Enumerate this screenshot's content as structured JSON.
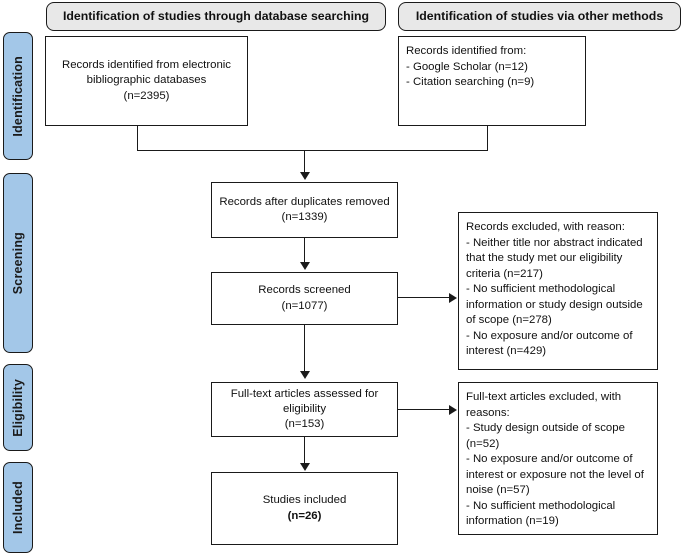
{
  "diagram": {
    "title": "PRISMA study selection flow diagram",
    "accent_blue": "#A3C7E8",
    "header_gray": "#E8E8E8",
    "line_color": "#1a1a1a"
  },
  "phases": [
    {
      "label": "Identification"
    },
    {
      "label": "Screening"
    },
    {
      "label": "Eligibility"
    },
    {
      "label": "Included"
    }
  ],
  "headers": [
    {
      "label": "Identification of studies through database searching"
    },
    {
      "label": "Identification of studies via other methods"
    }
  ],
  "boxes": {
    "database_records": {
      "text": "Records identified from electronic bibliographic databases\n(n=2395)",
      "n": 2395
    },
    "other_records": {
      "text": "Records identified from:\n- Google Scholar (n=12)\n- Citation searching (n=9)",
      "google_scholar_n": 12,
      "citation_searching_n": 9
    },
    "after_duplicates": {
      "text": "Records after duplicates removed\n(n=1339)",
      "n": 1339
    },
    "records_screened": {
      "text": "Records screened\n(n=1077)",
      "n": 1077
    },
    "records_excluded": {
      "text": "Records excluded, with reason:\n- Neither title nor abstract indicated that the study met our eligibility criteria (n=217)\n- No sufficient methodological information or study design outside of scope (n=278)\n- No exposure and/or outcome of interest (n=429)",
      "reasons": [
        {
          "reason": "Neither title nor abstract indicated that the study met our eligibility criteria",
          "n": 217
        },
        {
          "reason": "No sufficient methodological information or study design outside of scope",
          "n": 278
        },
        {
          "reason": "No exposure and/or outcome of interest",
          "n": 429
        }
      ]
    },
    "fulltext_assessed": {
      "text": "Full-text articles assessed for eligibility\n(n=153)",
      "n": 153
    },
    "fulltext_excluded": {
      "text": "Full-text articles excluded, with reasons:\n- Study design outside of scope (n=52)\n- No exposure and/or outcome of interest or exposure not the level of noise (n=57)\n- No sufficient methodological information (n=19)",
      "reasons": [
        {
          "reason": "Study design outside of scope",
          "n": 52
        },
        {
          "reason": "No exposure and/or outcome of interest or exposure not the level of noise",
          "n": 57
        },
        {
          "reason": "No sufficient methodological information",
          "n": 19
        }
      ]
    },
    "studies_included": {
      "line1": "Studies included",
      "line2": "(n=26)",
      "n": 26
    }
  }
}
